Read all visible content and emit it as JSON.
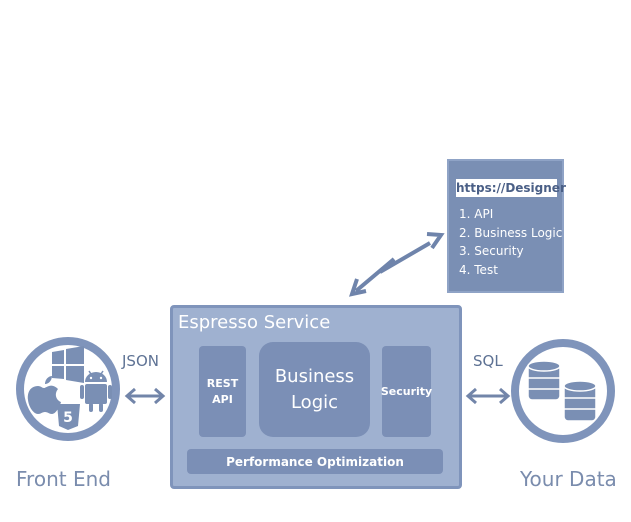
{
  "designer": {
    "title": "https://Designer",
    "items": [
      "1. API",
      "2. Business Logic",
      "3. Security",
      "4. Test"
    ]
  },
  "service": {
    "title": "Espresso Service",
    "rest_api": "REST\nAPI",
    "business_logic": "Business\nLogic",
    "security": "Security",
    "performance": "Performance Optimization"
  },
  "connectors": {
    "json": "JSON",
    "sql": "SQL"
  },
  "endpoints": {
    "front_end": "Front End",
    "your_data": "Your Data"
  },
  "icons": [
    "windows-icon",
    "apple-icon",
    "android-icon",
    "html5-icon",
    "database-icon"
  ],
  "colors": {
    "panel": "#7a8fb4",
    "service_bg": "#9fb1d0",
    "box": "#7b8fb6",
    "circle_ring": "#7f94bb",
    "label": "#7a8cad"
  }
}
